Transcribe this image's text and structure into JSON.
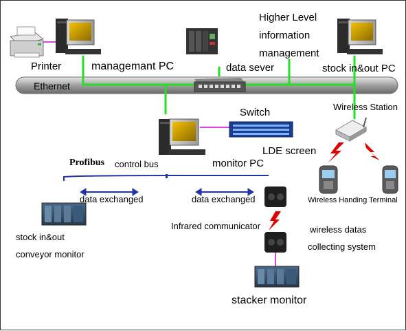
{
  "labels": {
    "printer": "Printer",
    "management_pc": "managemant PC",
    "data_server": "data sever",
    "higher_level_1": "Higher Level",
    "higher_level_2": "information",
    "higher_level_3": "management",
    "stock_pc": "stock in&out PC",
    "ethernet": "Ethernet",
    "wireless_station": "Wireless  Station",
    "switch": "Switch",
    "lde_screen": "LDE screen",
    "profibus": "Profibus",
    "control_bus": "control bus",
    "monitor_pc": "monitor PC",
    "data_exchanged_1": "data exchanged",
    "data_exchanged_2": "data exchanged",
    "wireless_terminal": "Wireless Handing Terminal",
    "infrared": "Infrared communicator",
    "wireless_datas_1": "wireless datas",
    "wireless_datas_2": "collecting system",
    "stock_conveyor_1": "stock in&out",
    "stock_conveyor_2": "conveyor monitor",
    "stacker_monitor": "stacker monitor"
  },
  "colors": {
    "ethernet_bus": "#9a9a9a",
    "network_link": "#22e022",
    "local_link": "#e040e0",
    "control_bus": "#2233aa",
    "lightning": "#e00000",
    "led_screen": "#1a3d8f"
  },
  "icons": {
    "printer": "printer-icon",
    "computer": "computer-icon",
    "server": "server-icon",
    "switch": "switch-icon",
    "plc": "plc-icon",
    "infrared": "infrared-communicator-icon",
    "handheld": "handheld-terminal-icon",
    "access_point": "access-point-icon"
  }
}
